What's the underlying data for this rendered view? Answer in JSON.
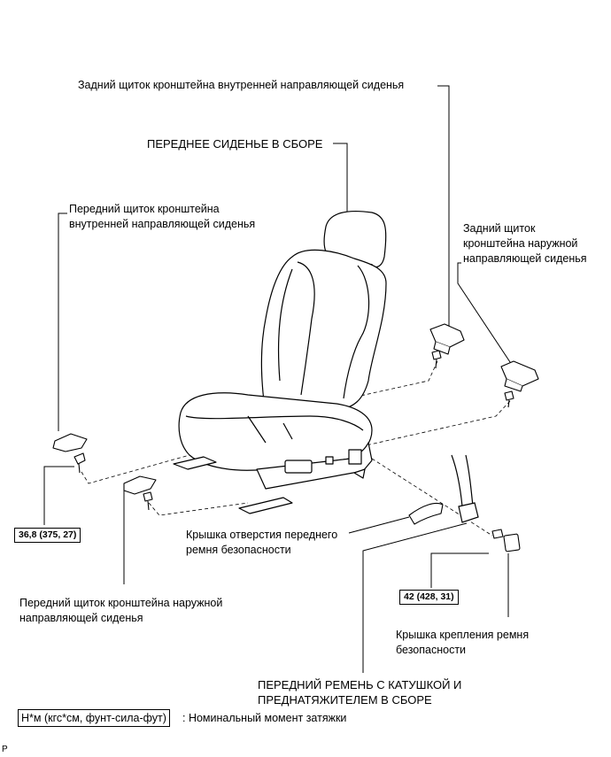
{
  "labels": {
    "rear_inner_cover": "Задний щиток кронштейна внутренней направляющей сиденья",
    "front_seat_assembly": "ПЕРЕДНЕЕ СИДЕНЬЕ В СБОРЕ",
    "front_inner_cover_line1": "Передний щиток кронштейна",
    "front_inner_cover_line2": "внутренней направляющей сиденья",
    "rear_outer_cover_line1": "Задний щиток",
    "rear_outer_cover_line2": "кронштейна наружной",
    "rear_outer_cover_line3": "направляющей сиденья",
    "belt_hole_cover_line1": "Крышка отверстия переднего",
    "belt_hole_cover_line2": "ремня безопасности",
    "front_outer_cover_line1": "Передний щиток кронштейна наружной",
    "front_outer_cover_line2": "направляющей сиденья",
    "belt_anchor_cover_line1": "Крышка крепления ремня",
    "belt_anchor_cover_line2": "безопасности",
    "belt_assembly_line1": "ПЕРЕДНИЙ РЕМЕНЬ С КАТУШКОЙ И",
    "belt_assembly_line2": "ПРЕДНАТЯЖИТЕЛЕМ В СБОРЕ"
  },
  "torque": {
    "seat_bolt": "36,8 (375, 27)",
    "belt_bolt": "42 (428, 31)"
  },
  "legend": {
    "unit_box": "Н*м (кгс*см, фунт-сила-фут)",
    "description": ": Номинальный момент затяжки"
  },
  "corner_mark": "P"
}
